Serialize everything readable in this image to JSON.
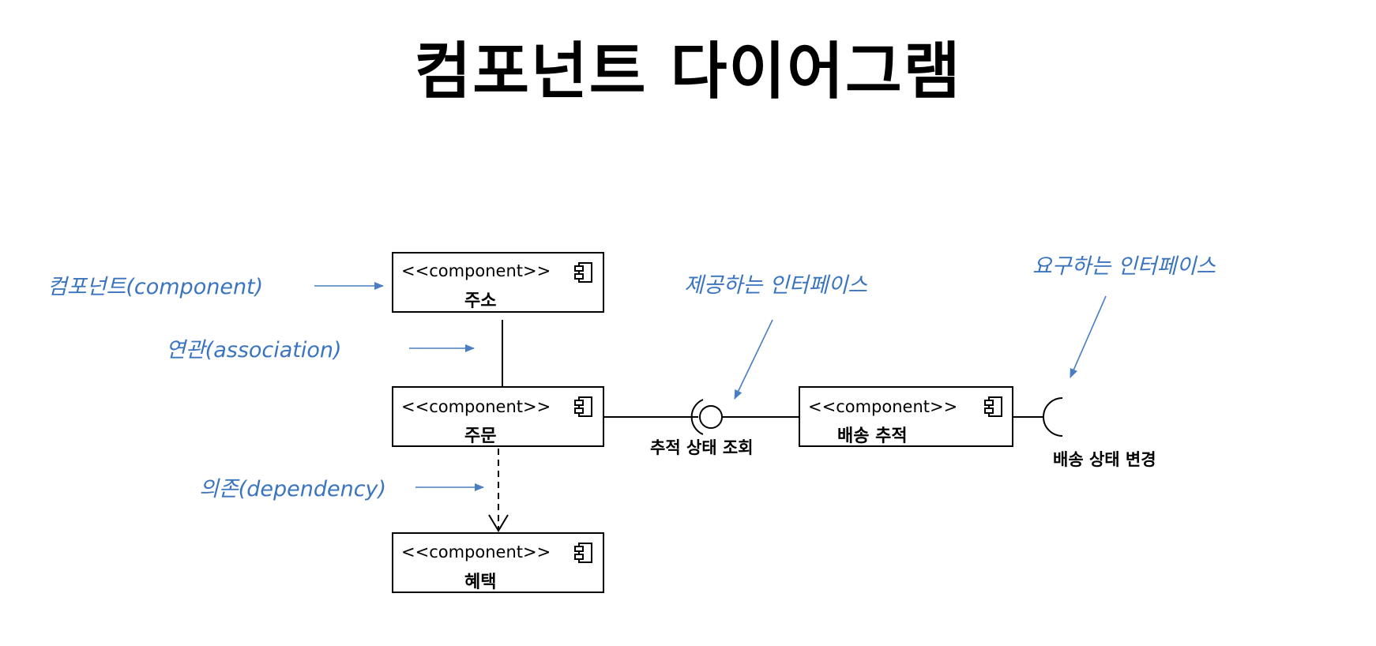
{
  "title": "컴포넌트 다이어그램",
  "components": {
    "address": {
      "stereotype": "<<component>>",
      "name": "주소"
    },
    "order": {
      "stereotype": "<<component>>",
      "name": "주문"
    },
    "benefit": {
      "stereotype": "<<component>>",
      "name": "혜택"
    },
    "delivery_tracking": {
      "stereotype": "<<component>>",
      "name": "배송 추적"
    }
  },
  "interfaces": {
    "provided": {
      "name": "추적 상태 조회"
    },
    "required": {
      "name": "배송 상태 변경"
    }
  },
  "annotations": {
    "component": "컴포넌트(component)",
    "association": "연관(association)",
    "dependency": "의존(dependency)",
    "provided_interface": "제공하는 인터페이스",
    "required_interface": "요구하는 인터페이스"
  },
  "colors": {
    "annotation": "#3a74bf",
    "lines": "#000000"
  }
}
